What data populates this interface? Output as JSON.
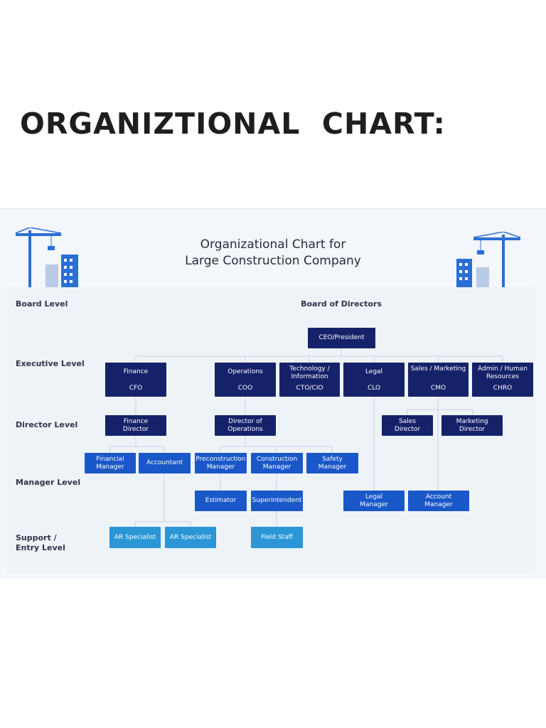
{
  "slide": {
    "title": "ORGANIZTIONAL  CHART:"
  },
  "chart": {
    "title_line1": "Organizational Chart for",
    "title_line2": "Large Construction Company",
    "levels": {
      "board": "Board Level",
      "executive": "Executive Level",
      "director": "Director Level",
      "manager": "Manager Level",
      "support_line1": "Support /",
      "support_line2": "Entry Level"
    },
    "board_of_directors": "Board of Directors",
    "ceo": "CEO/President",
    "executives": [
      {
        "dept": "Finance",
        "role": "CFO"
      },
      {
        "dept": "Operations",
        "role": "COO"
      },
      {
        "dept": "Technology / Information",
        "role": "CTO/CIO"
      },
      {
        "dept": "Legal",
        "role": "CLO"
      },
      {
        "dept": "Sales / Marketing",
        "role": "CMO"
      },
      {
        "dept": "Admin / Human Resources",
        "role": "CHRO"
      }
    ],
    "directors": {
      "finance": "Finance Director",
      "operations": "Director of Operations",
      "sales": "Sales Director",
      "marketing": "Marketing Director"
    },
    "managers": {
      "financial": "Financial Manager",
      "accountant": "Accountant",
      "preconstruction": "Preconstruction Manager",
      "construction": "Construction Manager",
      "safety": "Safety Manager",
      "estimator": "Estimator",
      "superintendent": "Superintendent",
      "legal": "Legal Manager",
      "account": "Account Manager"
    },
    "support": {
      "ar1": "AR Specialist",
      "ar2": "AR Specialist",
      "field": "Field Staff"
    },
    "colors": {
      "navy": "#15226a",
      "blue": "#1a57c9",
      "teal": "#2a96d6",
      "line": "#c9d1dc"
    }
  }
}
